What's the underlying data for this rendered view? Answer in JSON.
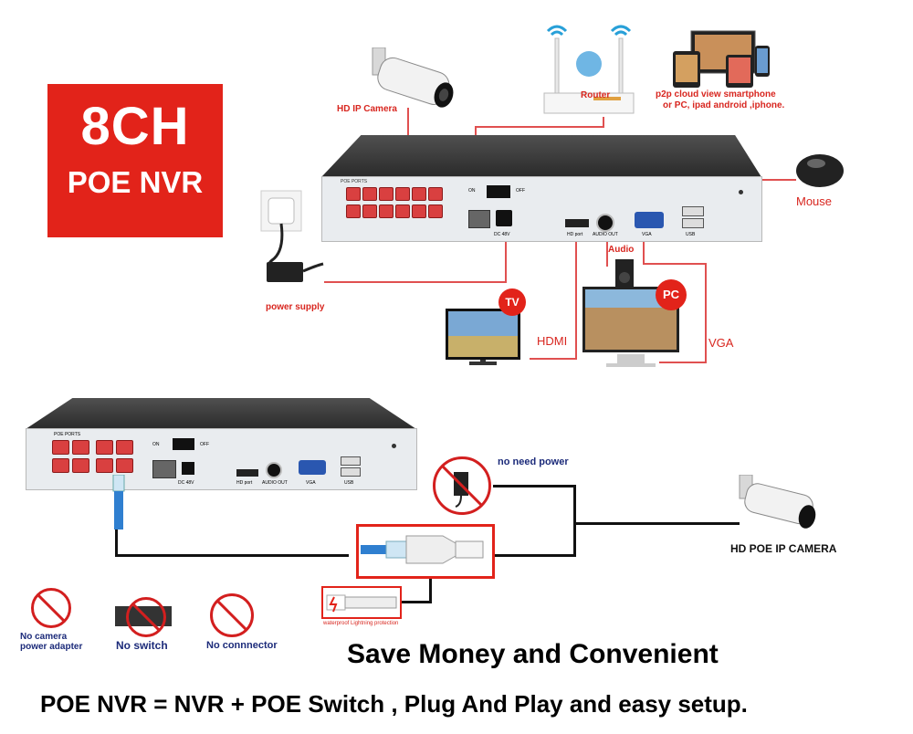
{
  "badge": {
    "line1": "8CH",
    "line2": "POE NVR"
  },
  "top_diagram": {
    "camera_label": "HD IP Camera",
    "router_label": "Router",
    "p2p_label_line1": "p2p cloud  view smartphone",
    "p2p_label_line2": "or PC, ipad android ,iphone.",
    "mouse_label": "Mouse",
    "power_label": "power supply",
    "audio_label": "Audio",
    "tv_badge": "TV",
    "pc_badge": "PC",
    "hdmi_label": "HDMI",
    "vga_label": "VGA",
    "panel": {
      "poe_ports": "POE PORTS",
      "on": "ON",
      "off": "OFF",
      "dc": "DC 48V",
      "hd_port": "HD port",
      "audio_out": "AUDIO OUT",
      "vga": "VGA",
      "usb": "USB"
    }
  },
  "bottom_diagram": {
    "no_need_power": "no need power",
    "camera_label": "HD POE IP CAMERA",
    "waterproof_label": "waterproof Lightning protection",
    "no_adapter_line1": "No camera",
    "no_adapter_line2": "power adapter",
    "no_switch": "No switch",
    "no_connector": "No connnector"
  },
  "slogan1": "Save Money and Convenient",
  "slogan2": "POE NVR = NVR + POE Switch , Plug And Play and easy setup.",
  "colors": {
    "accent_red": "#e2231a",
    "label_blue": "#1c2b7a"
  }
}
